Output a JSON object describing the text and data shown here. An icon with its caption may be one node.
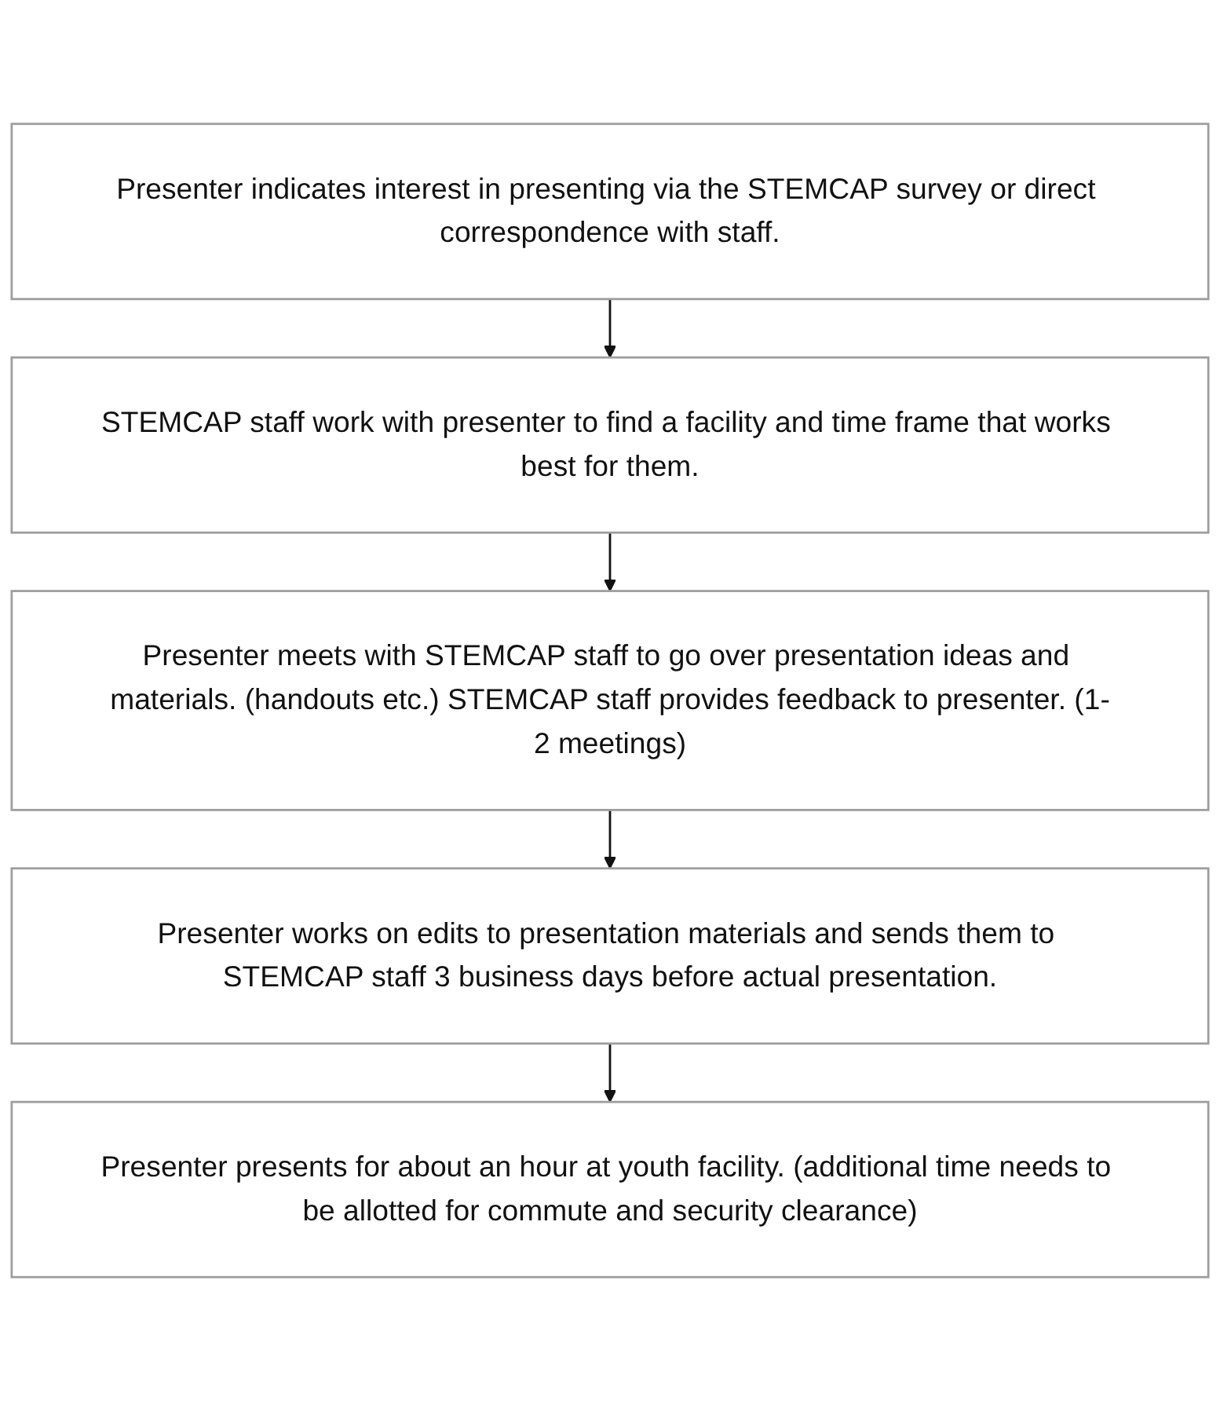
{
  "diagram": {
    "nodes": [
      {
        "text": [
          "Presenter indicates interest in presenting via the STEMCAP survey or direct correspondence with staff."
        ]
      },
      {
        "text": [
          "STEMCAP staff work with presenter to find a facility and time frame that works best for them."
        ]
      },
      {
        "text": [
          "Presenter meets with STEMCAP staff to go over presentation ideas and materials. (handouts etc.) STEMCAP staff provides feedback to presenter. (1-2 meetings)"
        ]
      },
      {
        "text": [
          "Presenter works on edits to presentation materials and sends them to STEMCAP staff 3 business days before actual presentation."
        ]
      },
      {
        "text": [
          "Presenter presents for about an hour at youth facility. (additional time needs to be allotted for commute and security clearance)"
        ]
      }
    ],
    "edges": [
      {
        "from": 0,
        "to": 1,
        "arrow": "to"
      },
      {
        "from": 1,
        "to": 2,
        "arrow": "to"
      },
      {
        "from": 2,
        "to": 3,
        "arrow": "to"
      },
      {
        "from": 3,
        "to": 4,
        "arrow": "to"
      }
    ]
  }
}
